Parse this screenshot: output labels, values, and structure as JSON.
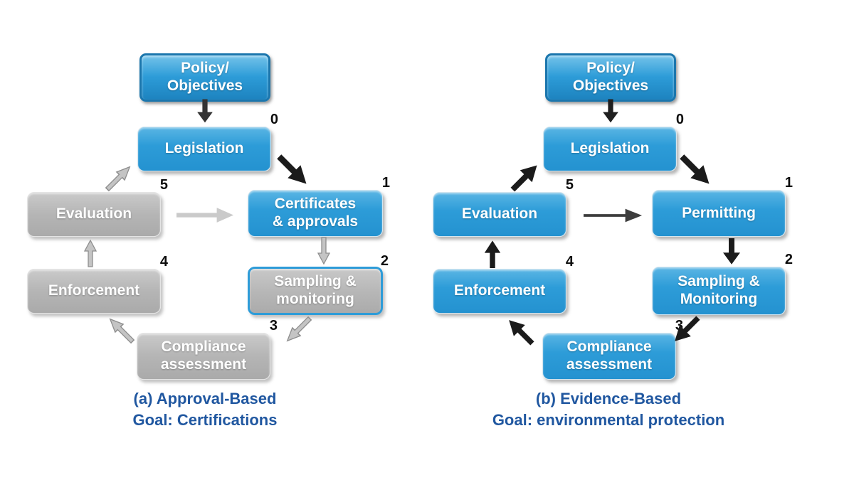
{
  "panel_a": {
    "caption_line1": "(a) Approval-Based",
    "caption_line2": "Goal: Certifications",
    "policy": {
      "label": "Policy/\nObjectives"
    },
    "legislation": {
      "label": "Legislation",
      "number": "0"
    },
    "certificates": {
      "label": "Certificates\n& approvals",
      "number": "1"
    },
    "sampling": {
      "label": "Sampling &\nmonitoring",
      "number": "2"
    },
    "compliance": {
      "label": "Compliance\nassessment",
      "number": "3"
    },
    "enforcement": {
      "label": "Enforcement",
      "number": "4"
    },
    "evaluation": {
      "label": "Evaluation",
      "number": "5"
    }
  },
  "panel_b": {
    "caption_line1": "(b) Evidence-Based",
    "caption_line2": "Goal: environmental protection",
    "policy": {
      "label": "Policy/\nObjectives"
    },
    "legislation": {
      "label": "Legislation",
      "number": "0"
    },
    "permitting": {
      "label": "Permitting",
      "number": "1"
    },
    "sampling": {
      "label": "Sampling &\nMonitoring",
      "number": "2"
    },
    "compliance": {
      "label": "Compliance\nassessment",
      "number": "3"
    },
    "enforcement": {
      "label": "Enforcement",
      "number": "4"
    },
    "evaluation": {
      "label": "Evaluation",
      "number": "5"
    }
  },
  "colors": {
    "box_blue": "#2B9AD5",
    "box_gray": "#B4B4B4",
    "blue_border_accent": "#2E9CD8",
    "caption_text": "#2057A0",
    "arrow_black": "#1B1B1B",
    "arrow_dark_gray": "#3D3D3D",
    "arrow_gray_3d": "#C4C4C4",
    "arrow_light_gray": "#CACACA",
    "number_text": "#0D0D0D",
    "label_text": "#FFFFFF"
  }
}
